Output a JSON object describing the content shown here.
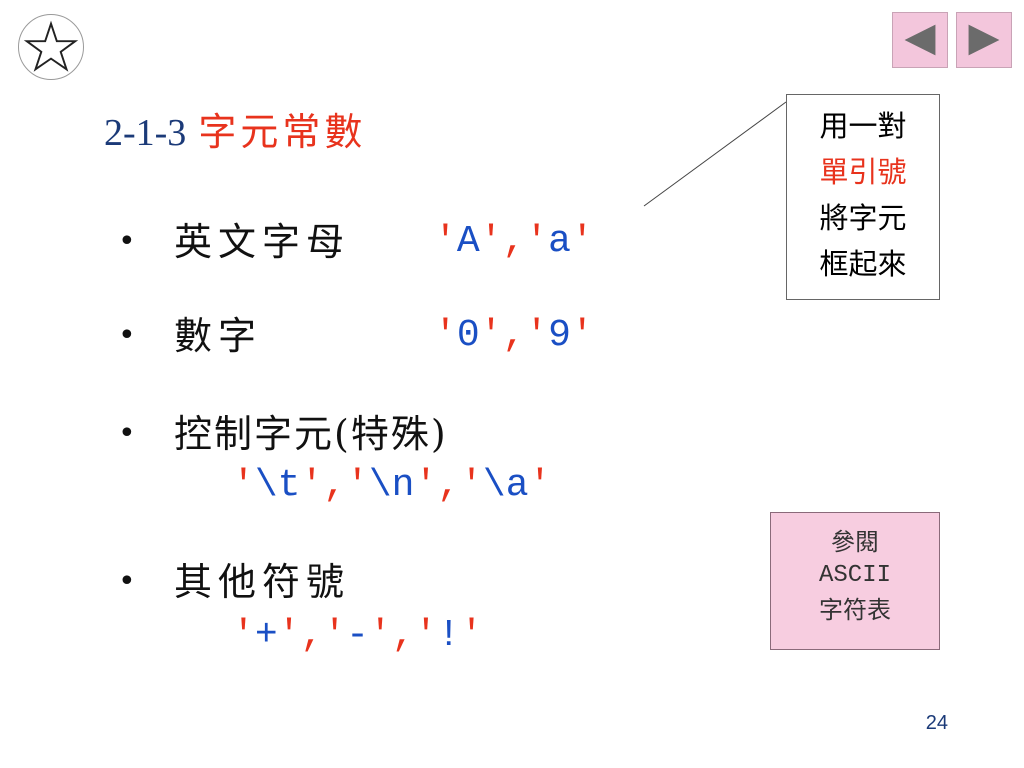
{
  "nav": {
    "star_icon": "star-outline",
    "prev_icon": "triangle-left",
    "next_icon": "triangle-right"
  },
  "title": {
    "number": "2-1-3",
    "text": "字元常數"
  },
  "bullets": [
    {
      "label": "英文字母",
      "codes": [
        "'A'",
        ",",
        "'a'"
      ]
    },
    {
      "label": "數字",
      "codes": [
        "'0'",
        ",",
        "'9'"
      ]
    },
    {
      "label": "控制字元(特殊)",
      "codes": [
        "'\\t'",
        ",",
        "'\\n'",
        ",",
        "'\\a'"
      ]
    },
    {
      "label": "其他符號",
      "codes": [
        "'+'",
        ",",
        "'-'",
        ",",
        "'!'"
      ]
    }
  ],
  "callout": {
    "line1": "用一對",
    "line2": "單引號",
    "line3": "將字元",
    "line4": "框起來"
  },
  "reference": {
    "line1": "參閱",
    "line2": "ASCII",
    "line3": "字符表"
  },
  "page_number": "24",
  "colors": {
    "accent_red": "#e8331d",
    "code_blue": "#1a4fc4",
    "title_blue": "#1b3a78",
    "nav_pink": "#f3c6dc",
    "ref_pink": "#f7cde0"
  }
}
